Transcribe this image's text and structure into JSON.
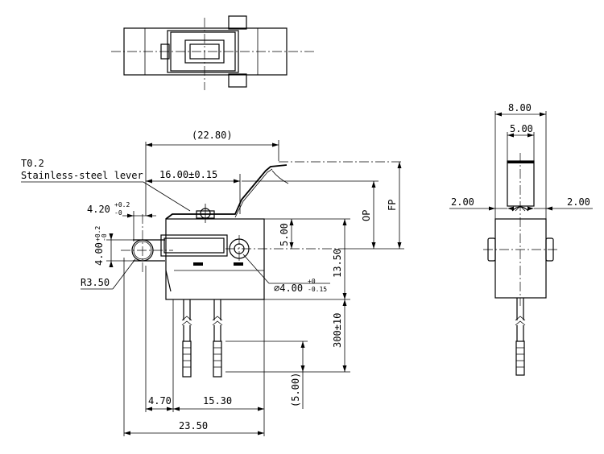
{
  "dimensions": {
    "overall_lever": "(22.80)",
    "lever_pivot": "16.00±0.15",
    "roller_offset": "4.20",
    "roller_offset_tol_upper": "+0.2",
    "roller_offset_tol_lower": "-0",
    "roller_height": "4.00",
    "roller_height_tol_upper": "+0.2",
    "roller_height_tol_lower": "-0",
    "radius": "R3.50",
    "hole": "∅4.00",
    "hole_tol_upper": "+0",
    "hole_tol_lower": "-0.15",
    "body_top_hole": "5.00",
    "body_height": "13.50",
    "cable_length": "300±10",
    "lead_end": "(5.00)",
    "left_offset": "4.70",
    "pin_pitch": "15.30",
    "overall_width": "23.50",
    "op": "OP",
    "fp": "FP",
    "side_width_outer": "8.00",
    "side_width_inner": "5.00",
    "side_left": "2.00",
    "side_right": "2.00"
  },
  "notes": {
    "thickness": "T0.2",
    "material": "Stainless-steel lever"
  }
}
